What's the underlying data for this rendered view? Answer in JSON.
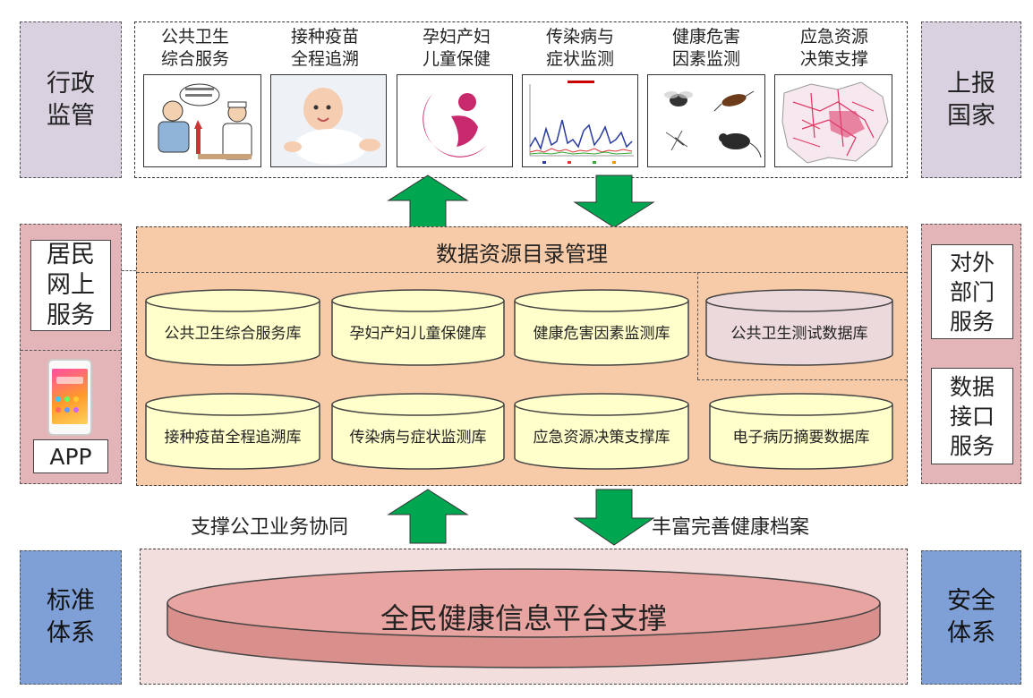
{
  "left": {
    "admin": "行政\n监管",
    "resident": "居民\n网上\n服务",
    "app": "APP",
    "standard": "标准\n体系"
  },
  "right": {
    "report": "上报\n国家",
    "external": "对外\n部门\n服务",
    "data_api": "数据\n接口\n服务",
    "security": "安全\n体系"
  },
  "services": [
    {
      "label": "公共卫生\n综合服务",
      "icon": "doctor-patient-illustration"
    },
    {
      "label": "接种疫苗\n全程追溯",
      "icon": "baby-photo"
    },
    {
      "label": "孕妇产妇\n儿童保健",
      "icon": "mother-child-logo"
    },
    {
      "label": "传染病与\n症状监测",
      "icon": "line-chart"
    },
    {
      "label": "健康危害\n因素监测",
      "icon": "pests-photo"
    },
    {
      "label": "应急资源\n决策支撑",
      "icon": "map"
    }
  ],
  "catalog_title": "数据资源目录管理",
  "databases_row1": [
    "公共卫生综合服务库",
    "孕妇产妇儿童保健库",
    "健康危害因素监测库",
    "公共卫生测试数据库"
  ],
  "databases_row2": [
    "接种疫苗全程追溯库",
    "传染病与症状监测库",
    "应急资源决策支撑库",
    "电子病历摘要数据库"
  ],
  "support_left": "支撑公卫业务协同",
  "support_right": "丰富完善健康档案",
  "platform": "全民健康信息平台支撑",
  "colors": {
    "orange_panel": "#f8cba8",
    "db_yellow": "#ffffcc",
    "db_pink": "#ecd9dc",
    "arrow_green": "#00a650",
    "blue_side": "#7fa0d6",
    "gray_side": "#d9d1e0",
    "pink_side": "#e3b4b8",
    "platform_fill": "#e8a4a0"
  }
}
